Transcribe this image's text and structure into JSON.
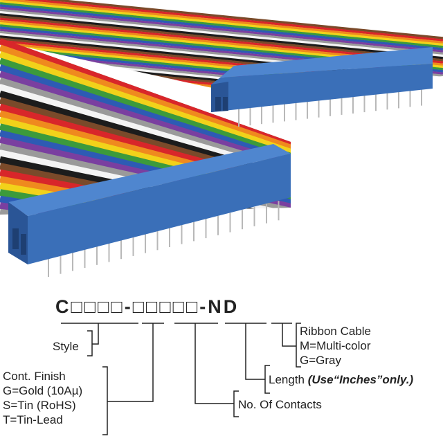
{
  "part_number": "C□□□□-□□□□□-ND",
  "labels": {
    "style": "Style",
    "finish": [
      "Cont. Finish",
      "G=Gold (10Aµ)",
      "S=Tin (RoHS)",
      "T=Tin-Lead"
    ],
    "contacts": "No. Of Contacts",
    "length": "Length",
    "length_note": "(Use“Inches”only.)",
    "cable": [
      "Ribbon Cable",
      "M=Multi-color",
      "G=Gray"
    ]
  },
  "colors": {
    "connector": "#3a6fb8",
    "wires": [
      "#7a4a2a",
      "#d8262a",
      "#ef8a1e",
      "#f2d21a",
      "#3c9a3c",
      "#2d5bb4",
      "#7a3fa0",
      "#9a9a9a",
      "#f4f4f4",
      "#1c1c1c"
    ]
  }
}
